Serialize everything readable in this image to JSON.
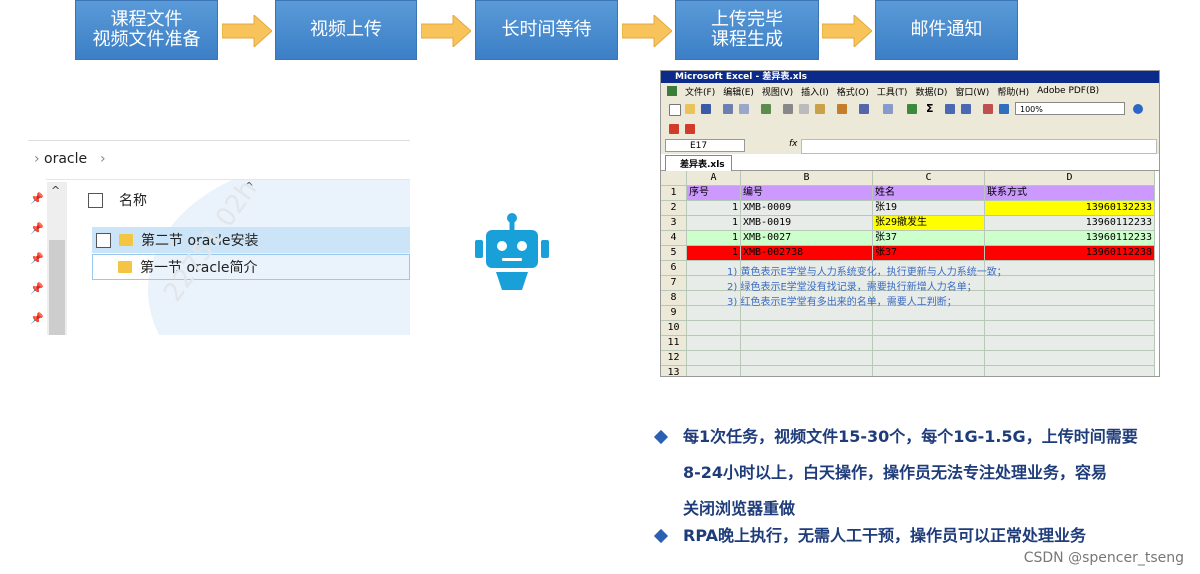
{
  "flow": {
    "steps": [
      {
        "line1": "课程文件",
        "line2": "视频文件准备"
      },
      {
        "line1": "视频上传",
        "line2": ""
      },
      {
        "line1": "长时间等待",
        "line2": ""
      },
      {
        "line1": "上传完毕",
        "line2": "课程生成"
      },
      {
        "line1": "邮件通知",
        "line2": ""
      }
    ]
  },
  "explorer": {
    "breadcrumb": "oracle",
    "column_header": "名称",
    "items": [
      {
        "name": "第二节 oracle安装",
        "selected": true
      },
      {
        "name": "第一节 oracle简介",
        "selected": false
      }
    ],
    "watermark": "22751 02h"
  },
  "robot": {
    "icon": "robot-icon",
    "color": "#1aa0d8"
  },
  "excel": {
    "title": "Microsoft Excel - 差异表.xls",
    "menu": [
      "文件(F)",
      "编辑(E)",
      "视图(V)",
      "插入(I)",
      "格式(O)",
      "工具(T)",
      "数据(D)",
      "窗口(W)",
      "帮助(H)",
      "Adobe PDF(B)"
    ],
    "zoom": "100%",
    "namebox": "E17",
    "fx": "fx",
    "sheet_tab": "差异表.xls",
    "columns": [
      "A",
      "B",
      "C",
      "D"
    ],
    "row_numbers": [
      "1",
      "2",
      "3",
      "4",
      "5",
      "6",
      "7",
      "8",
      "9",
      "10",
      "11",
      "12",
      "13"
    ],
    "header_row": [
      "序号",
      "编号",
      "姓名",
      "联系方式"
    ],
    "rows": [
      {
        "a": "1",
        "b": "XMB-0009",
        "c": "张19",
        "d": "13960132233",
        "color": "#ffff00",
        "c_color": "#e8ece8"
      },
      {
        "a": "1",
        "b": "XMB-0019",
        "c": "张29撤发生",
        "d": "13960112233",
        "color": "#e8ece8",
        "c_color": "#ffff00"
      },
      {
        "a": "1",
        "b": "XMB-0027",
        "c": "张37",
        "d": "13960112233",
        "color": "#ccffcc",
        "c_color": "#ccffcc"
      },
      {
        "a": "1",
        "b": "XMB-002738",
        "c": "张37",
        "d": "13960112238",
        "color": "#ff0000",
        "c_color": "#ff0000"
      }
    ],
    "notes": [
      "1)  黄色表示E学堂与人力系统变化，执行更新与人力系统一致；",
      "2)  绿色表示E学堂没有找记录，需要执行新增人力名单；",
      "3)  红色表示E学堂有多出来的名单，需要人工判断；"
    ]
  },
  "bullets": [
    {
      "lines": [
        "每1次任务，视频文件15-30个，每个1G-1.5G，上传时间需要",
        "8-24小时以上，白天操作，操作员无法专注处理业务，容易",
        "关闭浏览器重做"
      ]
    },
    {
      "lines": [
        "RPA晚上执行，无需人工干预，操作员可以正常处理业务"
      ]
    }
  ],
  "watermark": "CSDN @spencer_tseng",
  "colors": {
    "step_blue": "#3c7fc6",
    "arrow": "#f7c35a",
    "bullet": "#1f3c7a"
  }
}
